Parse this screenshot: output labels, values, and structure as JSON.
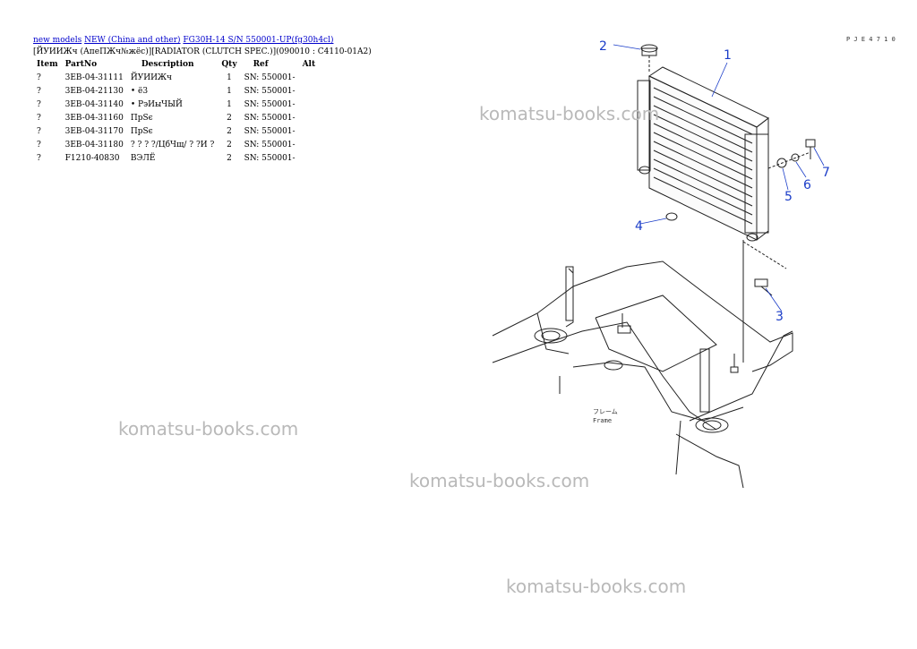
{
  "breadcrumb": {
    "link_new_models": "new models",
    "link_region": "NEW (China and other)",
    "link_model": "FG30H-14 S/N 550001-UP(fg30h4cl)"
  },
  "subtitle": "[ЙУИИЖч (АпеПЖч№жёс)][RADIATOR (CLUTCH SPEC.)](090010 : C4110-01A2)",
  "table": {
    "headers": [
      "Item",
      "PartNo",
      "Description",
      "Qty",
      "Ref",
      "Alt"
    ],
    "rows": [
      {
        "item": "?",
        "part_no": "3EB-04-31111",
        "description": "ЙУИИЖч",
        "qty": "1",
        "ref": "SN: 550001-",
        "alt": ""
      },
      {
        "item": "?",
        "part_no": "3EB-04-21130",
        "description": "• ё3",
        "qty": "1",
        "ref": "SN: 550001-",
        "alt": ""
      },
      {
        "item": "?",
        "part_no": "3EB-04-31140",
        "description": "• РэИыЧЫЙ",
        "qty": "1",
        "ref": "SN: 550001-",
        "alt": ""
      },
      {
        "item": "?",
        "part_no": "3EB-04-31160",
        "description": "ПрЅє",
        "qty": "2",
        "ref": "SN: 550001-",
        "alt": ""
      },
      {
        "item": "?",
        "part_no": "3EB-04-31170",
        "description": "ПрЅє",
        "qty": "2",
        "ref": "SN: 550001-",
        "alt": ""
      },
      {
        "item": "?",
        "part_no": "3EB-04-31180",
        "description": "? ? ? ?/ЦбЧщ/ ? ?И ?",
        "qty": "2",
        "ref": "SN: 550001-",
        "alt": ""
      },
      {
        "item": "?",
        "part_no": "F1210-40830",
        "description": "ВЭЛЁ",
        "qty": "2",
        "ref": "SN: 550001-",
        "alt": ""
      }
    ]
  },
  "diagram": {
    "code": "P J E 4 7 1 0",
    "frame_label_1": "フレーム",
    "frame_label_2": "Frame",
    "callouts": [
      "1",
      "2",
      "3",
      "4",
      "5",
      "6",
      "7"
    ]
  },
  "watermark_text": "komatsu-books.com",
  "colors": {
    "link": "#0000cc",
    "callout": "#1a3cc8",
    "watermark": "#b9b9b9"
  }
}
